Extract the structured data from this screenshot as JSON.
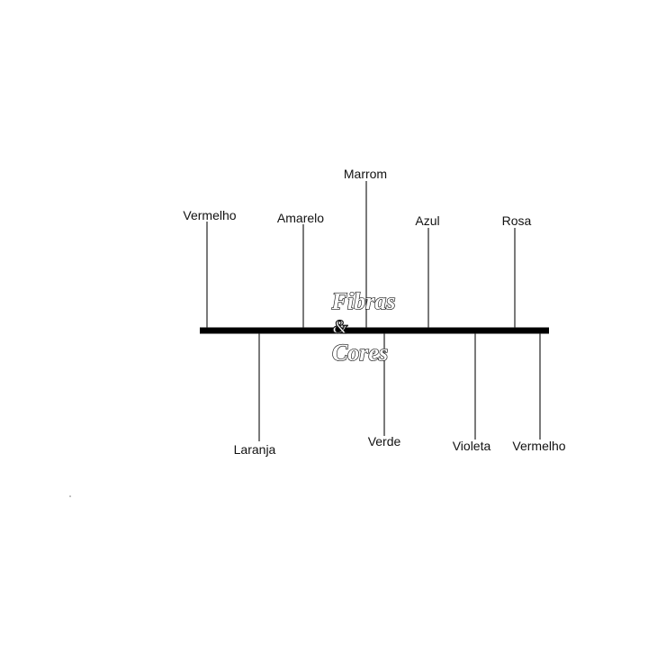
{
  "title": {
    "line1": "Fibras",
    "amp": "&",
    "line2": "Cores"
  },
  "top_labels": [
    {
      "text": "Vermelho"
    },
    {
      "text": "Amarelo"
    },
    {
      "text": "Marrom"
    },
    {
      "text": "Azul"
    },
    {
      "text": "Rosa"
    }
  ],
  "bottom_labels": [
    {
      "text": "Laranja"
    },
    {
      "text": "Verde"
    },
    {
      "text": "Violeta"
    },
    {
      "text": "Vermelho"
    }
  ],
  "colors": {
    "line": "#000000",
    "text": "#111111",
    "background": "#ffffff"
  }
}
